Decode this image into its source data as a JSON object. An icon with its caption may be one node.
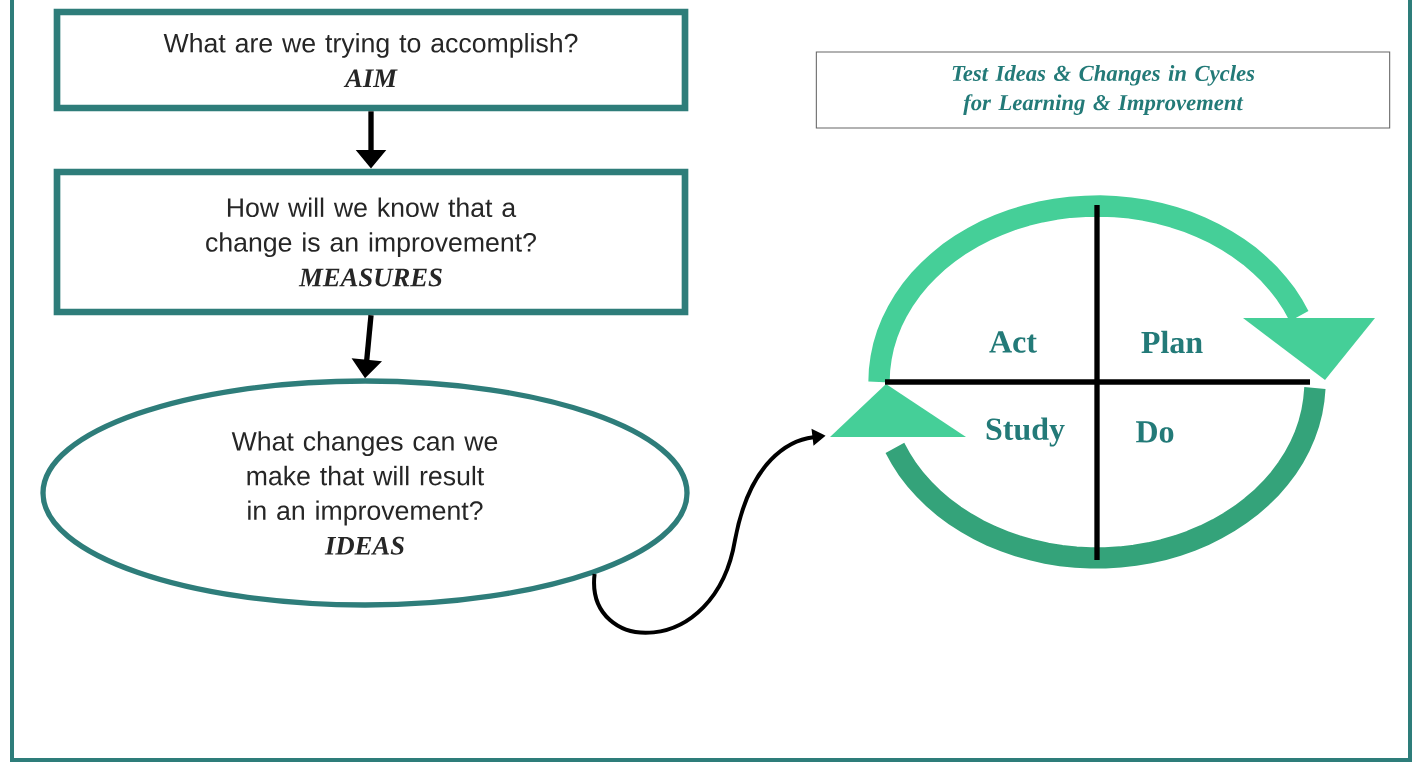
{
  "diagram": {
    "nodes": [
      {
        "text": [
          "What are we trying to accomplish?",
          "AIM"
        ]
      },
      {
        "text": [
          "How will we know that a change is an improvement?",
          "MEASURES"
        ]
      },
      {
        "text": [
          "What changes can we make that will result in an improvement?",
          "IDEAS"
        ]
      },
      {
        "text": [
          "Test Ideas & Changes in Cycles for Learning & Improvement"
        ]
      },
      {
        "text": [
          "Act",
          "Plan",
          "Study",
          "Do"
        ]
      }
    ],
    "edges": [
      {
        "from": 0,
        "to": 1,
        "arrow": "to"
      },
      {
        "from": 1,
        "to": 2,
        "arrow": "to"
      },
      {
        "from": 2,
        "to": 4,
        "arrow": "to"
      }
    ]
  }
}
